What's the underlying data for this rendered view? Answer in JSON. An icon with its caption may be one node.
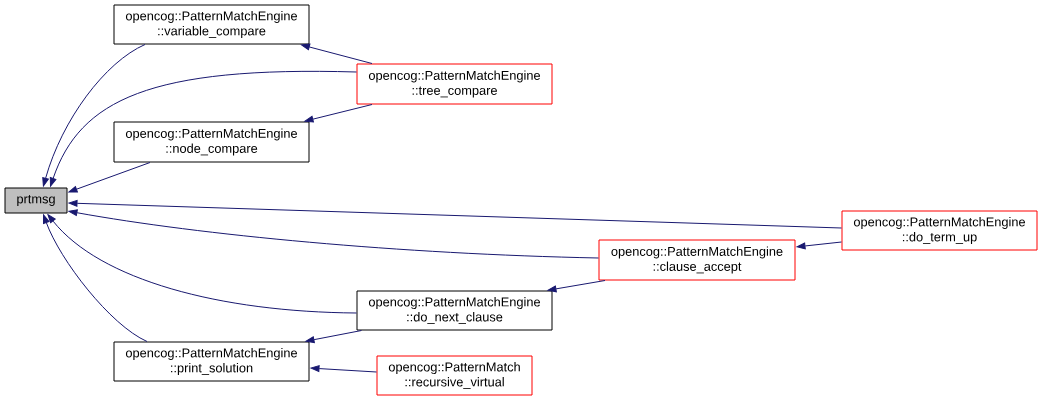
{
  "diagram": {
    "nodes": [
      {
        "text": [
          "prtmsg"
        ]
      },
      {
        "text": [
          "opencog::PatternMatchEngine ::variable_compare"
        ]
      },
      {
        "text": [
          "opencog::PatternMatchEngine ::tree_compare"
        ]
      },
      {
        "text": [
          "opencog::PatternMatchEngine ::node_compare"
        ]
      },
      {
        "text": [
          "opencog::PatternMatchEngine ::do_term_up"
        ]
      },
      {
        "text": [
          "opencog::PatternMatchEngine ::clause_accept"
        ]
      },
      {
        "text": [
          "opencog::PatternMatchEngine ::do_next_clause"
        ]
      },
      {
        "text": [
          "opencog::PatternMatchEngine ::print_solution"
        ]
      },
      {
        "text": [
          "opencog::PatternMatch ::recursive_virtual"
        ]
      }
    ],
    "edges": [
      {
        "from": 1,
        "to": 0,
        "arrow": "to"
      },
      {
        "from": 2,
        "to": 0,
        "arrow": "to"
      },
      {
        "from": 3,
        "to": 0,
        "arrow": "to"
      },
      {
        "from": 4,
        "to": 0,
        "arrow": "to"
      },
      {
        "from": 5,
        "to": 0,
        "arrow": "to"
      },
      {
        "from": 6,
        "to": 0,
        "arrow": "to"
      },
      {
        "from": 7,
        "to": 0,
        "arrow": "to"
      },
      {
        "from": 2,
        "to": 1,
        "arrow": "to"
      },
      {
        "from": 2,
        "to": 3,
        "arrow": "to"
      },
      {
        "from": 4,
        "to": 5,
        "arrow": "to"
      },
      {
        "from": 5,
        "to": 6,
        "arrow": "to"
      },
      {
        "from": 6,
        "to": 7,
        "arrow": "to"
      },
      {
        "from": 8,
        "to": 7,
        "arrow": "to"
      }
    ]
  }
}
